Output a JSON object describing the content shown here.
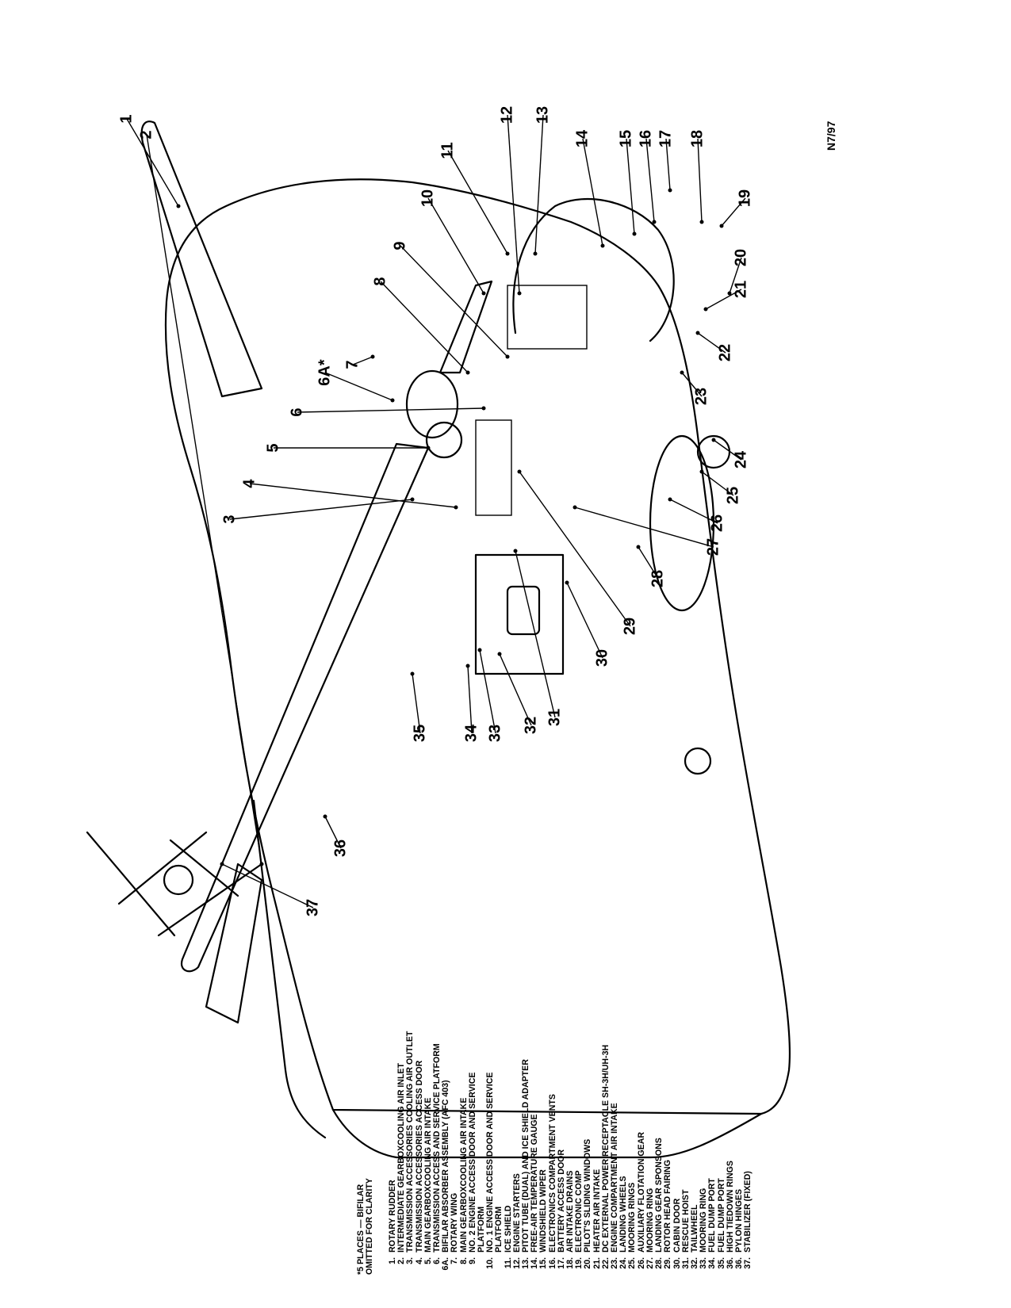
{
  "note": {
    "line1": "*5 PLACES — BIFILAR",
    "line2": "OMITTED FOR CLARITY"
  },
  "figure_id": "N7/97",
  "legend": [
    {
      "num": "1.",
      "label": "ROTARY RUDDER"
    },
    {
      "num": "2.",
      "label": "INTERMEDIATE GEARBOXCOOLING AIR INLET"
    },
    {
      "num": "3.",
      "label": "TRANSMISSION ACCESSORIES COOLING AIR OUTLET"
    },
    {
      "num": "4.",
      "label": "TRANSMISSION ACCESSORIES ACCESS DOOR"
    },
    {
      "num": "5.",
      "label": "MAIN GEARBOXCOOLING AIR INTAKE"
    },
    {
      "num": "6.",
      "label": "TRANSMISSION ACCESS AND SERVICE PLATFORM"
    },
    {
      "num": "6A.",
      "label": "BIFILAR ABSORBER ASSEMBLY (AFC 403)"
    },
    {
      "num": "7.",
      "label": "ROTARY WING"
    },
    {
      "num": "8.",
      "label": "MAIN GEARBOXCOOLING AIR INTAKE"
    },
    {
      "num": "9.",
      "label": "NO. 2 ENGINE ACCESS DOOR AND SERVICE"
    },
    {
      "num": "",
      "label": "PLATFORM"
    },
    {
      "num": "10.",
      "label": "NO. 1 ENGINE ACCESS DOOR AND SERVICE"
    },
    {
      "num": "",
      "label": "PLATFORM"
    },
    {
      "num": "11.",
      "label": "ICE SHIELD"
    },
    {
      "num": "12.",
      "label": "ENGINE STARTERS"
    },
    {
      "num": "13.",
      "label": "PITOT TUBE (DUAL) AND ICE SHIELD ADAPTER"
    },
    {
      "num": "14.",
      "label": "FREE-AIR TEMPERATURE GAUGE"
    },
    {
      "num": "15.",
      "label": "WINDSHIELD WIPER"
    },
    {
      "num": "16.",
      "label": "ELECTRONICS COMPARTMENT VENTS"
    },
    {
      "num": "17.",
      "label": "BATTERY ACCESS DOOR"
    },
    {
      "num": "18.",
      "label": "AIR INTAKE DRAINS"
    },
    {
      "num": "19.",
      "label": "ELECTRONIC COMP"
    },
    {
      "num": "20.",
      "label": "PILOT'S SLIDING WINDOWS"
    },
    {
      "num": "21.",
      "label": "HEATER AIR INTAKE"
    },
    {
      "num": "22.",
      "label": "DC EXTERNAL POWER RECEPTACLE SH-3H/UH-3H"
    },
    {
      "num": "23.",
      "label": "ENGINE COMPARTMENT AIR INTAKE"
    },
    {
      "num": "24.",
      "label": "LANDING WHEELS"
    },
    {
      "num": "25.",
      "label": "MOORING RINGS"
    },
    {
      "num": "26.",
      "label": "AUXILIARY FLOTATION GEAR"
    },
    {
      "num": "27.",
      "label": "MOORING RING"
    },
    {
      "num": "28.",
      "label": "LANDING GEAR SPONSONS"
    },
    {
      "num": "29.",
      "label": "ROTOR HEAD FAIRING"
    },
    {
      "num": "30.",
      "label": "CABIN DOOR"
    },
    {
      "num": "31.",
      "label": "RESCUE HOIST"
    },
    {
      "num": "32.",
      "label": "TAILWHEEL"
    },
    {
      "num": "33.",
      "label": "MOORING RING"
    },
    {
      "num": "34.",
      "label": "FUEL DUMP PORT"
    },
    {
      "num": "35.",
      "label": "FUEL DUMP PORT"
    },
    {
      "num": "36.",
      "label": "HIGH TIEDOWN RINGS"
    },
    {
      "num": "36.",
      "label": "PYLON HINGES"
    },
    {
      "num": "37.",
      "label": "STABILIZER (FIXED)"
    }
  ],
  "callouts": [
    "1",
    "2",
    "3",
    "4",
    "5",
    "6",
    "6A*",
    "7",
    "8",
    "9",
    "10",
    "11",
    "12",
    "13",
    "14",
    "15",
    "16",
    "17",
    "18",
    "19",
    "20",
    "21",
    "22",
    "23",
    "24",
    "25",
    "26",
    "27",
    "28",
    "29",
    "30",
    "31",
    "32",
    "33",
    "34",
    "35",
    "36",
    "37"
  ]
}
